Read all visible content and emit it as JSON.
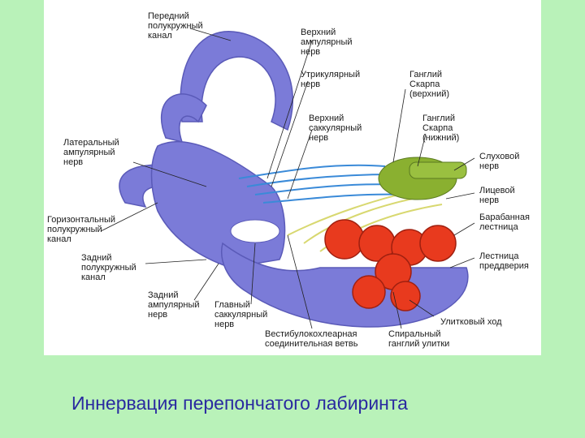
{
  "labels": {
    "anterior_canal": "Передний\nполукружный\nканал",
    "superior_ampullary": "Верхний\nампулярный\nнерв",
    "utricular": "Утрикулярный\nнерв",
    "scarpa_upper": "Ганглий\nСкарпа\n(верхний)",
    "superior_saccular": "Верхний\nсаккулярный\nнерв",
    "scarpa_lower": "Ганглий\nСкарпа\n(нижний)",
    "lateral_ampullary": "Латеральный\nампулярный\nнерв",
    "auditory_nerve": "Слуховой\nнерв",
    "facial_nerve": "Лицевой\nнерв",
    "horizontal_canal": "Горизонтальный\nполукружный\nканал",
    "scala_tympani": "Барабанная\nлестница",
    "posterior_canal": "Задний\nполукружный\nканал",
    "scala_vestibuli": "Лестница\nпреддверия",
    "posterior_ampullary": "Задний\nампулярный\nнерв",
    "main_saccular": "Главный\nсаккулярный\nнерв",
    "cochlear_duct": "Улитковый ход",
    "vestibulocochlear_branch": "Вестибулокохлеарная\nсоединительная ветвь",
    "spiral_ganglion": "Спиральный\nганглий улитки"
  },
  "caption": "Иннервация перепончатого лабиринта",
  "colors": {
    "background": "#b9f2b9",
    "labyrinth": "#7b7bd8",
    "cochlea_red": "#e83a1e",
    "nerve_blue": "#3a8ad8",
    "nerve_yellow": "#d8d870",
    "ganglion_green": "#8ab030",
    "caption": "#2a2aa0"
  }
}
